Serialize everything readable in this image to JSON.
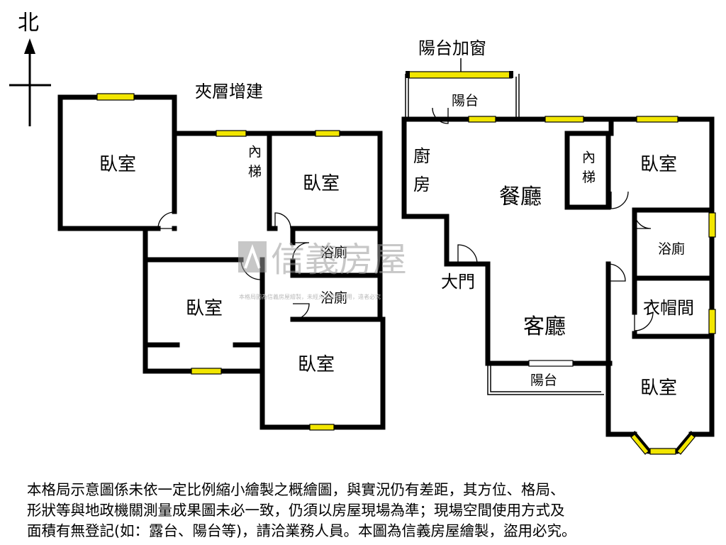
{
  "compass": {
    "north_label": "北"
  },
  "mezzanine": {
    "title": "夾層增建",
    "rooms": {
      "bedroom_nw": "臥室",
      "inner_stair_line1": "內",
      "inner_stair_line2": "梯",
      "bedroom_ne": "臥室",
      "bath_upper": "浴廁",
      "bath_lower": "浴廁",
      "bedroom_sw": "臥室",
      "bedroom_se": "臥室"
    }
  },
  "main_floor": {
    "balcony_window_title": "陽台加窗",
    "rooms": {
      "balcony_top": "陽台",
      "kitchen_line1": "廚",
      "kitchen_line2": "房",
      "dining": "餐廳",
      "inner_stair_line1": "內",
      "inner_stair_line2": "梯",
      "bedroom_ne": "臥室",
      "bath": "浴廁",
      "entrance": "大門",
      "cloakroom": "衣帽間",
      "living": "客廳",
      "balcony_bottom": "陽台",
      "bedroom_se": "臥室"
    }
  },
  "watermark": {
    "logo_text": "信義房屋",
    "notice": "本格局圖為信義房屋繪製，未經允許請勿盜用，違者必究"
  },
  "disclaimer": {
    "line1": "本格局示意圖係未依一定比例縮小繪製之概繪圖，與實況仍有差距，其方位、格局、",
    "line2": "形狀等與地政機關測量成果圖未必一致，仍須以房屋現場為準；現場空間使用方式及",
    "line3": "面積有無登記(如：露台、陽台等)，請洽業務人員。本圖為信義房屋繪製，盜用必究。"
  },
  "colors": {
    "wall": "#000000",
    "window": "#f2e600",
    "watermark": "#9a9a9a"
  }
}
